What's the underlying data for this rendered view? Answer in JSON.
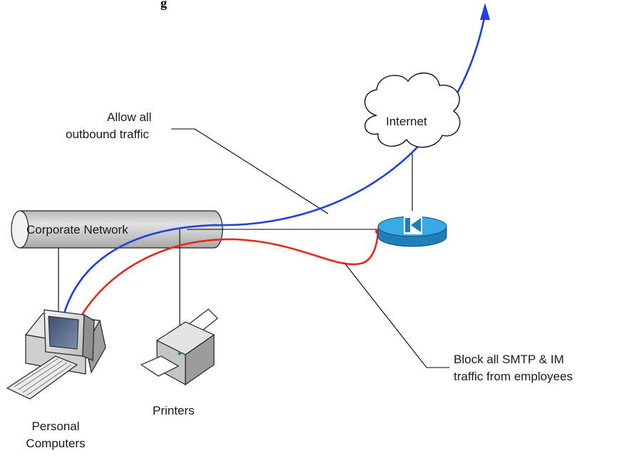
{
  "header": {
    "clipped_text": "g"
  },
  "labels": {
    "allow_line1": "Allow all",
    "allow_line2": "outbound traffic",
    "internet": "Internet",
    "corporate_network": "Corporate Network",
    "block_line1": "Block all SMTP & IM",
    "block_line2": "traffic from employees",
    "printers": "Printers",
    "pc_line1": "Personal",
    "pc_line2": "Computers"
  },
  "icons": {
    "cloud": "cloud-icon",
    "router": "router-icon",
    "pipe": "network-pipe-icon",
    "computer": "computer-icon",
    "printer": "printer-icon",
    "arrow": "arrow-up-icon"
  },
  "colors": {
    "allow_path": "#1f3fe0",
    "block_path": "#e8281e",
    "router_body": "#2a8fc8",
    "router_top": "#35a9e6",
    "pipe_fill": "#c6c6c6",
    "connector": "#000000"
  }
}
